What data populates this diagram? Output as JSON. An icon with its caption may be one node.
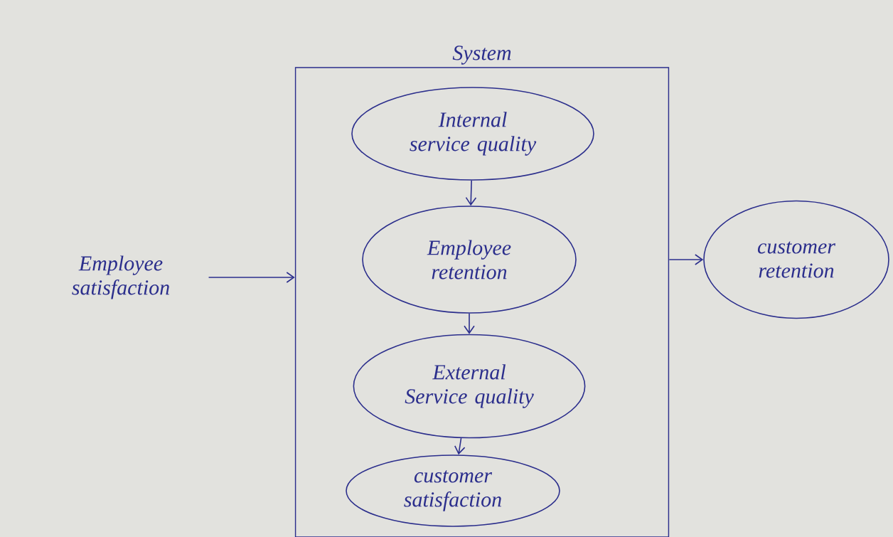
{
  "diagram": {
    "nodes": [
      {
        "text": [
          "System"
        ]
      },
      {
        "text": [
          "Internal service quality"
        ],
        "in": 0
      },
      {
        "text": [
          "Employee retention"
        ],
        "in": 0
      },
      {
        "text": [
          "External Service quality"
        ],
        "in": 0
      },
      {
        "text": [
          "customer satisfaction"
        ],
        "in": 0
      },
      {
        "text": [
          "Employee satisfaction"
        ]
      },
      {
        "text": [
          "customer retention"
        ]
      }
    ],
    "edges": [
      {
        "from": 1,
        "to": 2,
        "arrow": "to"
      },
      {
        "from": 2,
        "to": 3,
        "arrow": "to"
      },
      {
        "from": 3,
        "to": 4,
        "arrow": "to"
      },
      {
        "from": 5,
        "to": 0,
        "arrow": "to"
      },
      {
        "from": 0,
        "to": 6,
        "arrow": "to"
      }
    ]
  }
}
